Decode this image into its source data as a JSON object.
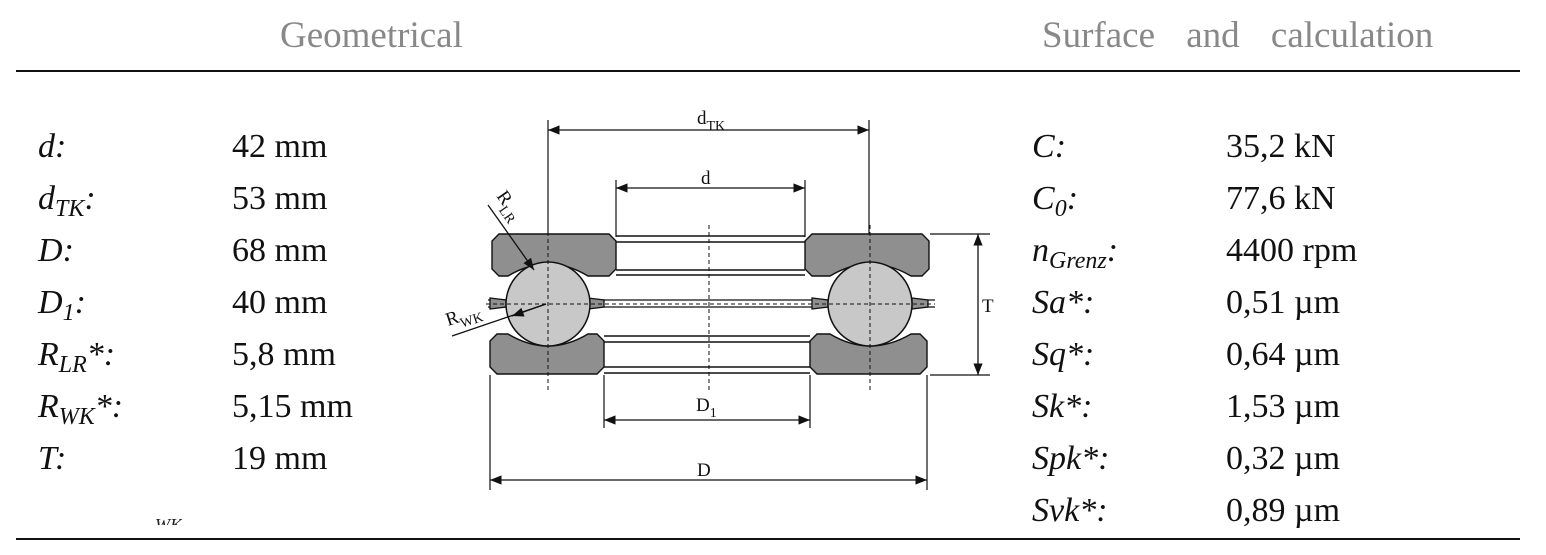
{
  "header": {
    "left_title": "Geometrical",
    "right_title": "Surface and calculation"
  },
  "geometry": [
    {
      "label": "d",
      "sub": "",
      "suffix": ":",
      "value": "42 mm"
    },
    {
      "label": "d",
      "sub": "TK",
      "suffix": ":",
      "value": "53 mm"
    },
    {
      "label": "D",
      "sub": "",
      "suffix": ":",
      "value": "68 mm"
    },
    {
      "label": "D",
      "sub": "1",
      "suffix": ":",
      "value": "40 mm"
    },
    {
      "label": "R",
      "sub": "LR",
      "suffix": "*:",
      "value": "5,8 mm"
    },
    {
      "label": "R",
      "sub": "WK",
      "suffix": "*:",
      "value": "5,15 mm"
    },
    {
      "label": "T",
      "sub": "",
      "suffix": ":",
      "value": "19 mm"
    }
  ],
  "surface": [
    {
      "label": "C",
      "sub": "",
      "suffix": ":",
      "value": "35,2 kN"
    },
    {
      "label": "C",
      "sub": "0",
      "suffix": ":",
      "value": "77,6 kN"
    },
    {
      "label": "n",
      "sub": "Grenz",
      "suffix": ":",
      "value": "4400 rpm"
    },
    {
      "label": "Sa",
      "sub": "",
      "suffix": "*:",
      "value": "0,51 µm"
    },
    {
      "label": "Sq",
      "sub": "",
      "suffix": "*:",
      "value": "0,64 µm"
    },
    {
      "label": "Sk",
      "sub": "",
      "suffix": "*:",
      "value": "1,53 µm"
    },
    {
      "label": "Spk",
      "sub": "",
      "suffix": "*:",
      "value": "0,32 µm"
    },
    {
      "label": "Svk",
      "sub": "",
      "suffix": "*:",
      "value": "0,89 µm"
    }
  ],
  "stray_fragment": "WK",
  "diagram_labels": {
    "d_tk": "d",
    "d_tk_sub": "TK",
    "d": "d",
    "t": "T",
    "d1": "D",
    "d1_sub": "1",
    "big_d": "D",
    "r_lr": "R",
    "r_lr_sub": "LR",
    "r_wk": "R",
    "r_wk_sub": "WK"
  },
  "colors": {
    "ring": "#8f8f8f",
    "ball": "#c8c8c8",
    "header_text": "#888888"
  }
}
